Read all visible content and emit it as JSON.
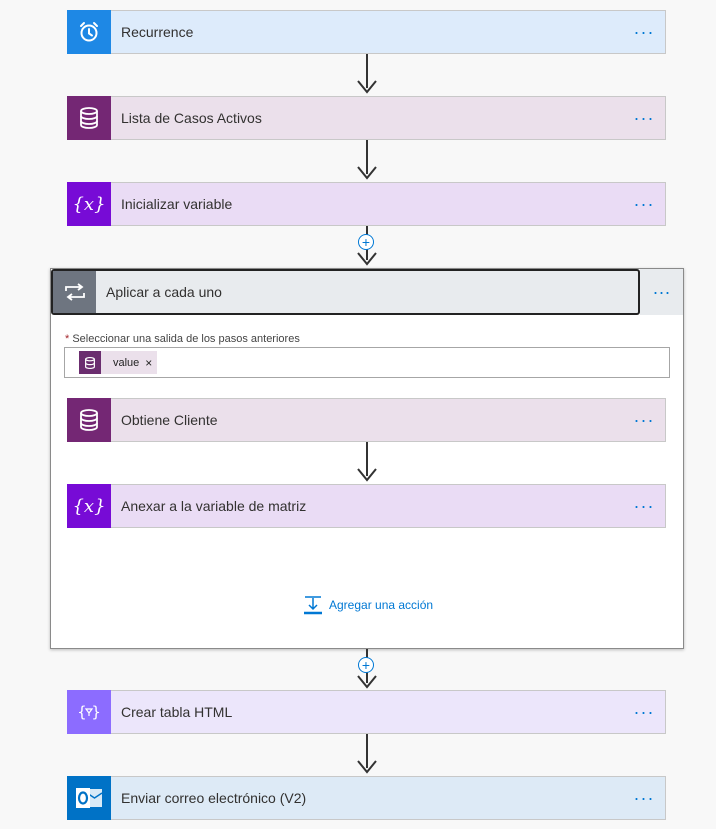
{
  "steps": {
    "recurrence": {
      "label": "Recurrence",
      "icon": "alarm-clock-icon",
      "color": "#1e88e5"
    },
    "lista": {
      "label": "Lista de Casos Activos",
      "icon": "database-icon",
      "color": "#742774"
    },
    "init_var": {
      "label": "Inicializar variable",
      "icon": "variable-icon",
      "color": "#770bd6"
    },
    "crear_tabla": {
      "label": "Crear tabla HTML",
      "icon": "data-operation-icon",
      "color": "#8c6cff"
    },
    "enviar": {
      "label": "Enviar correo electrónico (V2)",
      "icon": "outlook-icon",
      "color": "#0072c6"
    }
  },
  "more_label": "···",
  "plus_label": "+",
  "scope": {
    "title": "Aplicar a cada uno",
    "icon": "loop-icon",
    "select_required": "*",
    "select_label": "Seleccionar una salida de los pasos anteriores",
    "token_value": "value",
    "token_remove": "×",
    "inner": {
      "obtiene": {
        "label": "Obtiene Cliente",
        "icon": "database-icon"
      },
      "anexar": {
        "label": "Anexar a la variable de matriz",
        "icon": "variable-icon"
      }
    },
    "add_action_label": "Agregar una acción"
  }
}
